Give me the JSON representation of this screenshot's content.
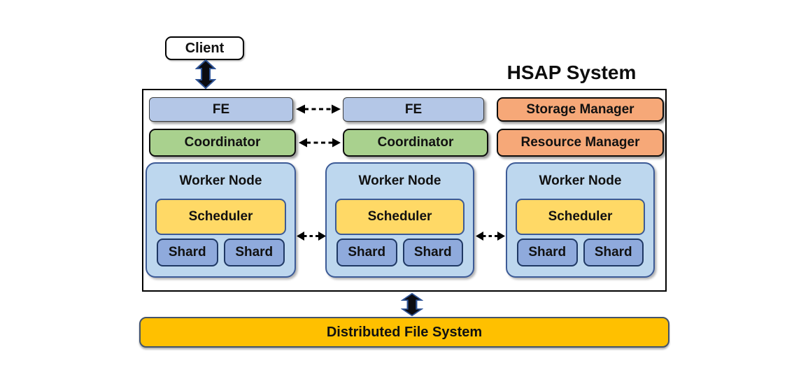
{
  "title": "HSAP System",
  "client": {
    "label": "Client"
  },
  "system": {
    "fe_nodes": [
      {
        "label": "FE"
      },
      {
        "label": "FE"
      }
    ],
    "coordinators": [
      {
        "label": "Coordinator"
      },
      {
        "label": "Coordinator"
      }
    ],
    "storage_manager": {
      "label": "Storage Manager"
    },
    "resource_manager": {
      "label": "Resource Manager"
    },
    "workers": [
      {
        "title": "Worker Node",
        "scheduler": "Scheduler",
        "shards": [
          "Shard",
          "Shard"
        ]
      },
      {
        "title": "Worker Node",
        "scheduler": "Scheduler",
        "shards": [
          "Shard",
          "Shard"
        ]
      },
      {
        "title": "Worker Node",
        "scheduler": "Scheduler",
        "shards": [
          "Shard",
          "Shard"
        ]
      }
    ]
  },
  "dfs": {
    "label": "Distributed File System"
  },
  "icons": {
    "vertical_link_arrow": "double-headed-vertical-arrow",
    "sync_arrow": "dashed-double-headed-horizontal-arrow"
  },
  "colors": {
    "fe_fill": "#b4c7e7",
    "coordinator_fill": "#a9d18e",
    "manager_fill": "#f6a878",
    "worker_fill": "#bdd7ee",
    "worker_border": "#3c5a96",
    "scheduler_fill": "#ffd966",
    "shard_fill": "#8faadc",
    "shard_border": "#1f3864",
    "dfs_fill": "#ffc000",
    "dfs_border": "#44546a",
    "vertical_arrow_fill": "#0b0b10",
    "vertical_arrow_outline": "#2f5496",
    "dashed_arrow": "#000000",
    "box_border": "#000000"
  }
}
